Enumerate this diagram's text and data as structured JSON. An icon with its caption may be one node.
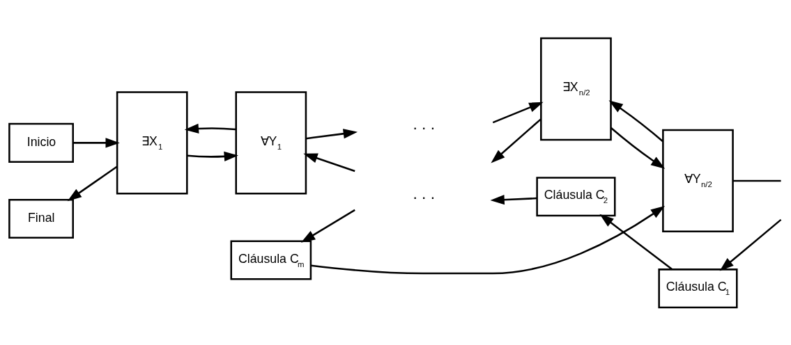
{
  "diagram": {
    "nodes": [
      {
        "text": [
          "Inicio"
        ]
      },
      {
        "text": [
          "Final"
        ]
      },
      {
        "text": [
          "∃X$_{1}$"
        ]
      },
      {
        "text": [
          "∀Y$_{1}$"
        ]
      },
      {
        "text": [
          "∃X$_{n/2}$"
        ]
      },
      {
        "text": [
          "∀Y$_{n/2}$"
        ]
      },
      {
        "text": [
          "Cláusula C$_{m}$"
        ]
      },
      {
        "text": [
          "Cláusula C$_{2}$"
        ]
      },
      {
        "text": [
          "Cláusula C$_{1}$"
        ]
      }
    ],
    "edges": [
      {
        "from": 0,
        "to": 2,
        "arrow": "to"
      },
      {
        "from": 2,
        "to": 3,
        "arrow": "to"
      },
      {
        "from": null,
        "to": 3,
        "arrow": "to"
      },
      {
        "from": 3,
        "to": null,
        "arrow": "to"
      },
      {
        "from": 3,
        "to": 2,
        "arrow": "to"
      },
      {
        "from": 2,
        "to": 1,
        "arrow": "to"
      },
      {
        "from": 4,
        "to": null,
        "arrow": "to"
      },
      {
        "from": null,
        "to": 4,
        "arrow": "to"
      },
      {
        "from": 4,
        "to": 5,
        "arrow": "to"
      },
      {
        "from": 5,
        "to": 4,
        "arrow": "to"
      },
      {
        "from": 5,
        "to": null,
        "arrow": "none"
      },
      {
        "from": 6,
        "to": 5,
        "arrow": "to"
      },
      {
        "from": null,
        "to": 8,
        "arrow": "to"
      },
      {
        "from": 8,
        "to": 7,
        "arrow": "to"
      },
      {
        "from": 7,
        "to": null,
        "arrow": "to"
      },
      {
        "from": null,
        "to": 6,
        "arrow": "to"
      }
    ],
    "labels": [
      ". . .",
      ". . ."
    ]
  }
}
